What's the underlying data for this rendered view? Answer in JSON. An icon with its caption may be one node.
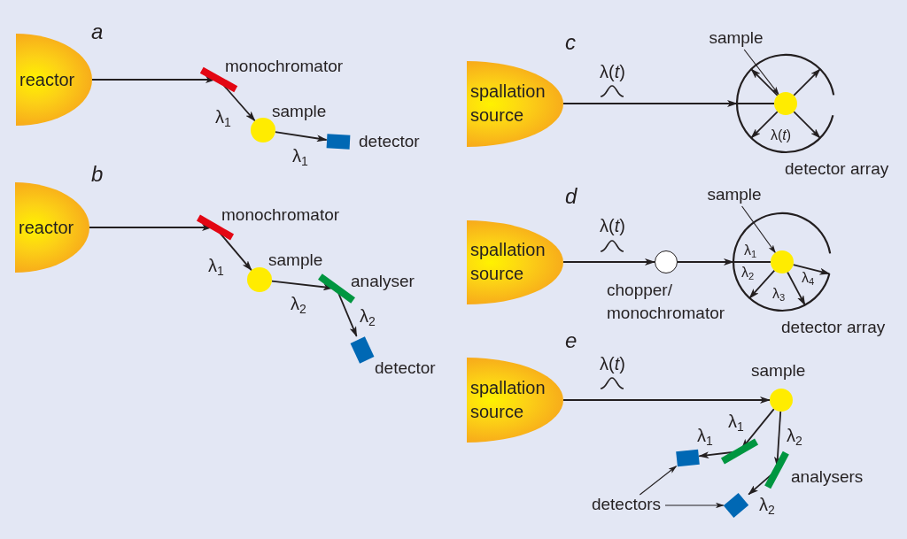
{
  "diagram": {
    "nodes": [
      {
        "text": [
          "reactor"
        ]
      },
      {
        "text": [],
        "shape": "bar",
        "beside": [
          "monochromator"
        ]
      },
      {
        "text": [],
        "shape": "circle",
        "beside": [
          "sample"
        ]
      },
      {
        "text": [],
        "shape": "box",
        "beside": [
          "detector"
        ]
      },
      {
        "text": [
          "reactor"
        ]
      },
      {
        "text": [],
        "shape": "bar",
        "beside": [
          "monochromator"
        ]
      },
      {
        "text": [],
        "shape": "circle",
        "beside": [
          "sample"
        ]
      },
      {
        "text": [],
        "shape": "bar",
        "beside": [
          "analyser"
        ]
      },
      {
        "text": [],
        "shape": "box",
        "beside": [
          "detector"
        ]
      },
      {
        "text": [
          "spallation source"
        ]
      },
      {
        "text": [
          "sample"
        ]
      },
      {
        "text": [],
        "shape": "circle",
        "beside": [
          "detector array"
        ]
      },
      {
        "text": [],
        "shape": "circle",
        "in": 11
      },
      {
        "text": [
          "spallation source"
        ]
      },
      {
        "text": [],
        "shape": "circle",
        "beside": [
          "chopper/ monochromator"
        ]
      },
      {
        "text": [
          "sample"
        ]
      },
      {
        "text": [],
        "shape": "circle",
        "beside": [
          "detector array"
        ]
      },
      {
        "text": [],
        "shape": "circle",
        "in": 16
      },
      {
        "text": [
          "spallation source"
        ]
      },
      {
        "text": [],
        "shape": "circle",
        "beside": [
          "sample"
        ]
      },
      {
        "text": [],
        "shape": "bar"
      },
      {
        "text": [],
        "shape": "box"
      },
      {
        "text": [],
        "shape": "bar"
      },
      {
        "text": [],
        "shape": "box"
      },
      {
        "text": [
          "detectors"
        ]
      }
    ],
    "edges": [
      {
        "from": 0,
        "to": 1,
        "arrow": "to"
      },
      {
        "from": 1,
        "to": 2,
        "arrow": "to",
        "label": "λ$_{1}$"
      },
      {
        "from": 2,
        "to": 3,
        "arrow": "to",
        "label": "λ$_{1}$"
      },
      {
        "from": 4,
        "to": 5,
        "arrow": "to"
      },
      {
        "from": 5,
        "to": 6,
        "arrow": "to",
        "label": "λ$_{1}$"
      },
      {
        "from": 6,
        "to": 7,
        "arrow": "to",
        "label": "λ$_{2}$"
      },
      {
        "from": 7,
        "to": 8,
        "arrow": "to",
        "label": "λ$_{2}$"
      },
      {
        "from": 9,
        "to": 11,
        "arrow": "to",
        "label": "λ(*t*)"
      },
      {
        "from": 11,
        "to": 12,
        "arrow": "none"
      },
      {
        "from": 10,
        "to": 12,
        "arrow": "to"
      },
      {
        "from": 12,
        "to": 11,
        "arrow": "to"
      },
      {
        "from": 12,
        "to": 11,
        "arrow": "to"
      },
      {
        "from": 12,
        "to": 11,
        "arrow": "to",
        "label": "λ(*t*)"
      },
      {
        "from": 12,
        "to": 11,
        "arrow": "to"
      },
      {
        "from": 13,
        "to": 14,
        "arrow": "to",
        "label": "λ(*t*)"
      },
      {
        "from": 14,
        "to": 16,
        "arrow": "to"
      },
      {
        "from": 16,
        "to": 17,
        "arrow": "none",
        "label": "λ$_{1}$"
      },
      {
        "from": 15,
        "to": 17,
        "arrow": "to"
      },
      {
        "from": 17,
        "to": 16,
        "arrow": "to",
        "label": "λ$_{2}$"
      },
      {
        "from": 17,
        "to": 16,
        "arrow": "to",
        "label": "λ$_{3}$"
      },
      {
        "from": 17,
        "to": 16,
        "arrow": "to",
        "label": "λ$_{4}$"
      },
      {
        "from": 18,
        "to": 19,
        "arrow": "to",
        "label": "λ(*t*)"
      },
      {
        "from": 19,
        "to": 20,
        "arrow": "to",
        "label": "λ$_{1}$"
      },
      {
        "from": 20,
        "to": 21,
        "arrow": "to",
        "label": "λ$_{1}$"
      },
      {
        "from": 19,
        "to": 22,
        "arrow": "to",
        "label": "λ$_{2}$"
      },
      {
        "from": 22,
        "to": 23,
        "arrow": "to",
        "label": "λ$_{2}$"
      },
      {
        "from": 24,
        "to": 21,
        "arrow": "to"
      },
      {
        "from": 24,
        "to": 23,
        "arrow": "to"
      }
    ],
    "labels": [
      "a",
      "c",
      "b",
      "d",
      "e",
      "analysers"
    ]
  }
}
